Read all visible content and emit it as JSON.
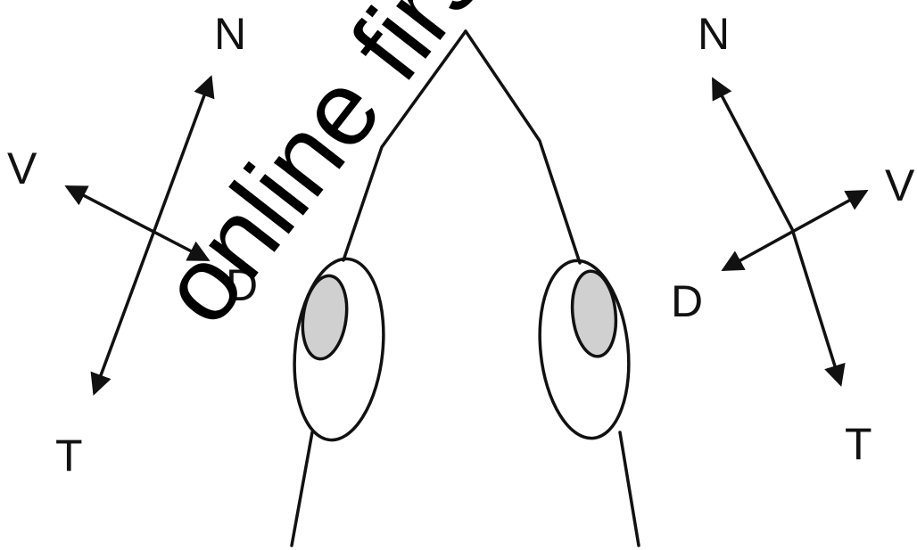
{
  "watermark": "online first",
  "left_axes": {
    "n": "N",
    "v": "V",
    "d": "D",
    "t": "T"
  },
  "right_axes": {
    "n": "N",
    "v": "V",
    "d": "D",
    "t": "T"
  },
  "colors": {
    "line": "#111111",
    "nail_fill": "#d0d0d0",
    "background": "#ffffff"
  }
}
